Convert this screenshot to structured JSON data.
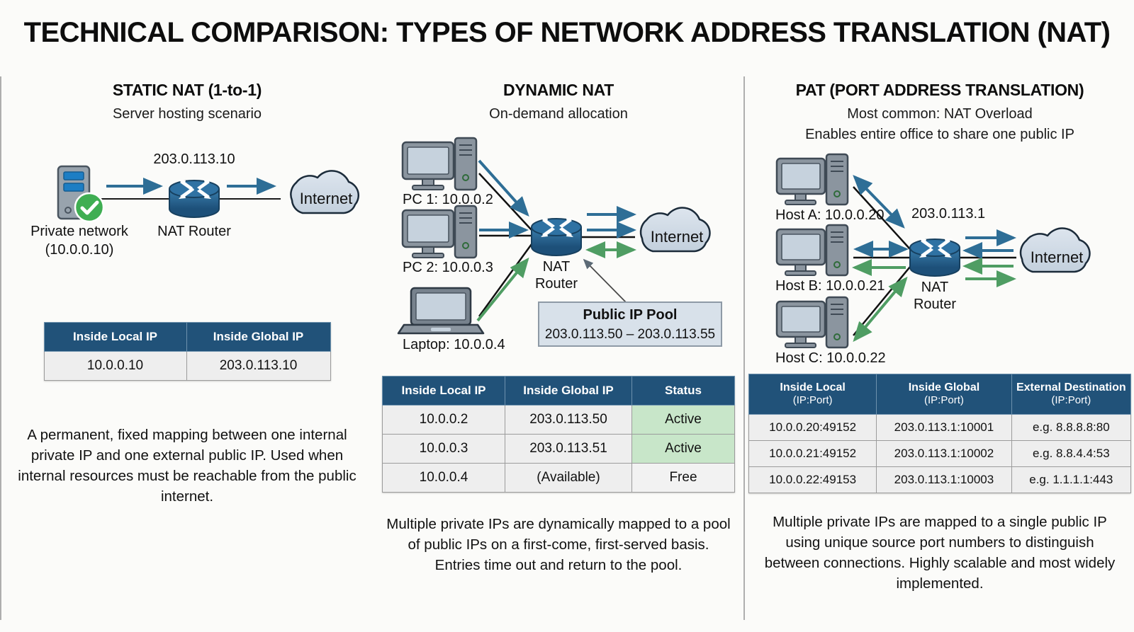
{
  "title": "TECHNICAL COMPARISON: TYPES OF NETWORK ADDRESS TRANSLATION (NAT)",
  "columns": [
    {
      "id": "static-nat",
      "title": "STATIC NAT (1-to-1)",
      "subtitle": "Server hosting scenario",
      "diagram": {
        "router_label": "NAT Router",
        "router_ip": "203.0.113.10",
        "cloud_label": "Internet",
        "host_label_line1": "Private network",
        "host_label_line2": "(10.0.0.10)",
        "icons": [
          "server-icon",
          "check-badge-icon",
          "router-icon",
          "cloud-icon"
        ]
      },
      "table": {
        "headers": [
          "Inside Local IP",
          "Inside Global IP"
        ],
        "rows": [
          [
            "10.0.0.10",
            "203.0.113.10"
          ]
        ]
      },
      "footnote": "A permanent, fixed mapping between one internal private IP and one external public IP. Used when internal resources must be reachable from the public internet."
    },
    {
      "id": "dynamic-nat",
      "title": "DYNAMIC NAT",
      "subtitle": "On-demand allocation",
      "diagram": {
        "router_label_line1": "NAT",
        "router_label_line2": "Router",
        "cloud_label": "Internet",
        "hosts": [
          "PC 1: 10.0.0.2",
          "PC 2: 10.0.0.3",
          "Laptop: 10.0.0.4"
        ],
        "pool_title": "Public IP Pool",
        "pool_range": "203.0.113.50 – 203.0.113.55",
        "icons": [
          "desktop-pc-icon",
          "desktop-pc-icon",
          "laptop-icon",
          "router-icon",
          "cloud-icon"
        ]
      },
      "table": {
        "headers": [
          "Inside Local IP",
          "Inside Global IP",
          "Status"
        ],
        "rows": [
          [
            "10.0.0.2",
            "203.0.113.50",
            "Active"
          ],
          [
            "10.0.0.3",
            "203.0.113.51",
            "Active"
          ],
          [
            "10.0.0.4",
            "(Available)",
            "Free"
          ]
        ],
        "status_colors": [
          "#c8e6c9",
          "#c8e6c9",
          "#f2f2f2"
        ]
      },
      "footnote": "Multiple private IPs are dynamically mapped to a pool of public IPs on a first-come, first-served basis. Entries time out and return to the pool."
    },
    {
      "id": "pat",
      "title": "PAT (PORT ADDRESS TRANSLATION)",
      "subtitle_line1": "Most common: NAT Overload",
      "subtitle_line2": "Enables entire office to share one public IP",
      "diagram": {
        "router_label_line1": "NAT",
        "router_label_line2": "Router",
        "router_ip": "203.0.113.1",
        "cloud_label": "Internet",
        "hosts": [
          "Host A: 10.0.0.20",
          "Host B: 10.0.0.21",
          "Host C: 10.0.0.22"
        ],
        "icons": [
          "desktop-pc-icon",
          "desktop-pc-icon",
          "desktop-pc-icon",
          "router-icon",
          "cloud-icon"
        ]
      },
      "table": {
        "headers": [
          {
            "main": "Inside Local",
            "sub": "(IP:Port)"
          },
          {
            "main": "Inside Global",
            "sub": "(IP:Port)"
          },
          {
            "main": "External Destination",
            "sub": "(IP:Port)"
          }
        ],
        "rows": [
          [
            "10.0.0.20:49152",
            "203.0.113.1:10001",
            "e.g. 8.8.8.8:80"
          ],
          [
            "10.0.0.21:49152",
            "203.0.113.1:10002",
            "e.g. 8.8.4.4:53"
          ],
          [
            "10.0.0.22:49153",
            "203.0.113.1:10003",
            "e.g. 1.1.1.1:443"
          ]
        ]
      },
      "footnote": "Multiple private IPs are mapped to a single public IP using unique source port numbers to distinguish between connections. Highly scalable and most widely implemented."
    }
  ],
  "colors": {
    "background": "#fbfbf9",
    "table_header_blue": "#215279",
    "router_blue": "#2c6e9e",
    "router_blue_dark": "#1d5079",
    "cloud_fill": "#ccd7e3",
    "cloud_stroke": "#1b2b3a",
    "arrow_blue": "#2e6e96",
    "arrow_green": "#4f9d63",
    "status_active_green": "#c8e6c9",
    "check_green": "#3fae52",
    "device_gray": "#7f8b96",
    "screen_fill": "#c6d2dd",
    "pool_box_fill": "#d8e1ea",
    "divider_gray": "#aeaeae"
  }
}
